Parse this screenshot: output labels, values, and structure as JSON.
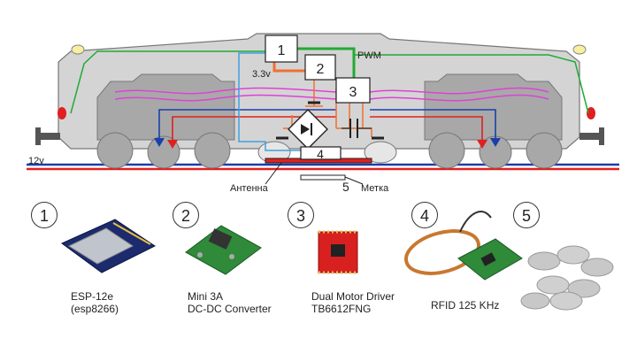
{
  "diagram": {
    "blocks": [
      {
        "number": "1"
      },
      {
        "number": "2"
      },
      {
        "number": "3"
      },
      {
        "number": "4"
      }
    ],
    "labels": {
      "pwm": "PWM",
      "voltage_33": "3.3v",
      "voltage_12": "12v",
      "antenna": "Антенна",
      "tag": "Метка",
      "tag_number": "5"
    },
    "colors": {
      "body": "#d4d4d4",
      "bogie": "#a8a8a8",
      "red": "#e02020",
      "blue": "#1a3faa",
      "green": "#22aa33",
      "magenta": "#e040d8",
      "orange": "#f07030",
      "lightblue": "#40a0e0"
    }
  },
  "components": [
    {
      "number": "1",
      "name": "ESP-12e",
      "sub": "(esp8266)"
    },
    {
      "number": "2",
      "name": "Mini 3A",
      "sub": "DC-DC Converter"
    },
    {
      "number": "3",
      "name": "Dual Motor Driver",
      "sub": "TB6612FNG"
    },
    {
      "number": "4",
      "name": "RFID 125 KHz",
      "sub": ""
    },
    {
      "number": "5",
      "name": "",
      "sub": ""
    }
  ]
}
